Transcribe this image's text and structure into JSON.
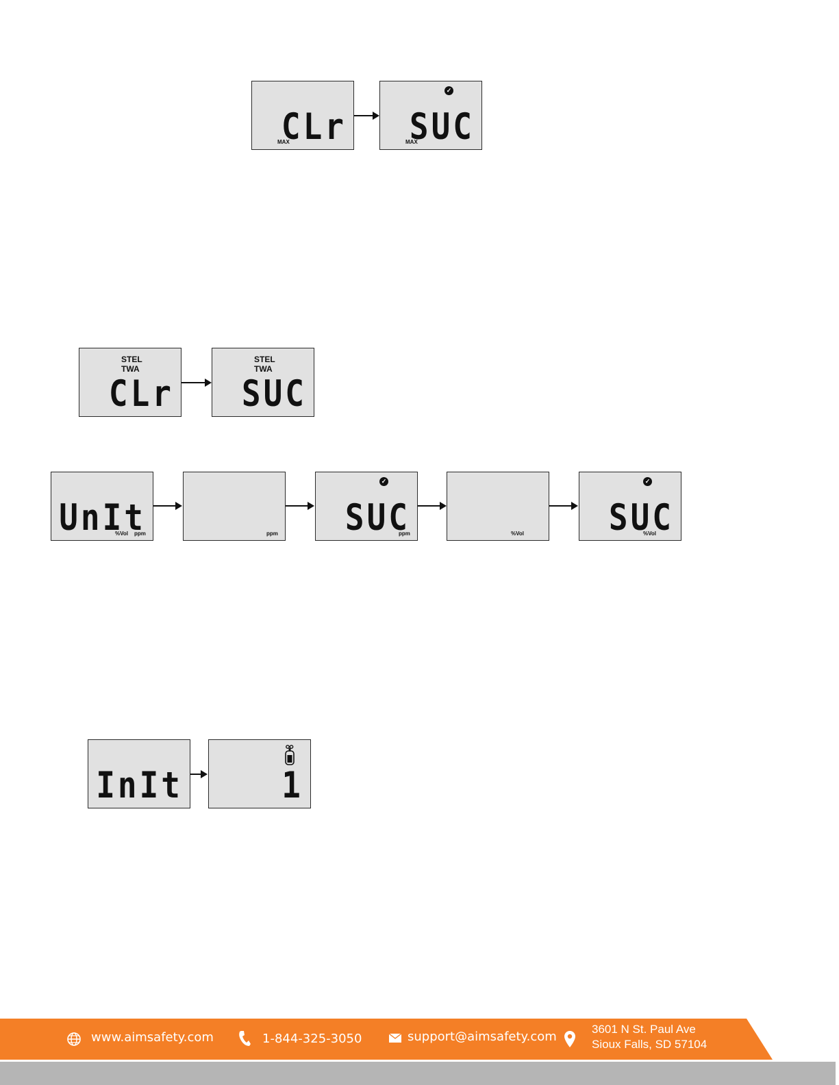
{
  "diagram1": {
    "screen1": {
      "display": "CLr",
      "label": "MAX"
    },
    "screen2": {
      "display": "SUC",
      "label": "MAX"
    }
  },
  "diagram2": {
    "screen1": {
      "display": "CLr",
      "label1": "STEL",
      "label2": "TWA"
    },
    "screen2": {
      "display": "SUC",
      "label1": "STEL",
      "label2": "TWA"
    }
  },
  "diagram3": {
    "screen1": {
      "display": "UnIt",
      "label1": "%Vol",
      "label2": "ppm"
    },
    "screen2": {
      "display": "",
      "label": "ppm"
    },
    "screen3": {
      "display": "SUC",
      "label": "ppm"
    },
    "screen4": {
      "display": "",
      "label": "%Vol"
    },
    "screen5": {
      "display": "SUC",
      "label": "%Vol"
    }
  },
  "diagram4": {
    "screen1": {
      "display": "InIt"
    },
    "screen2": {
      "display": "1"
    }
  },
  "footer": {
    "website": "www.aimsafety.com",
    "phone": "1-844-325-3050",
    "email": "support@aimsafety.com",
    "address_line1": "3601 N St. Paul Ave",
    "address_line2": "Sioux Falls, SD 57104",
    "colors": {
      "orange": "#f47f26",
      "gray": "#b5b5b5"
    }
  }
}
